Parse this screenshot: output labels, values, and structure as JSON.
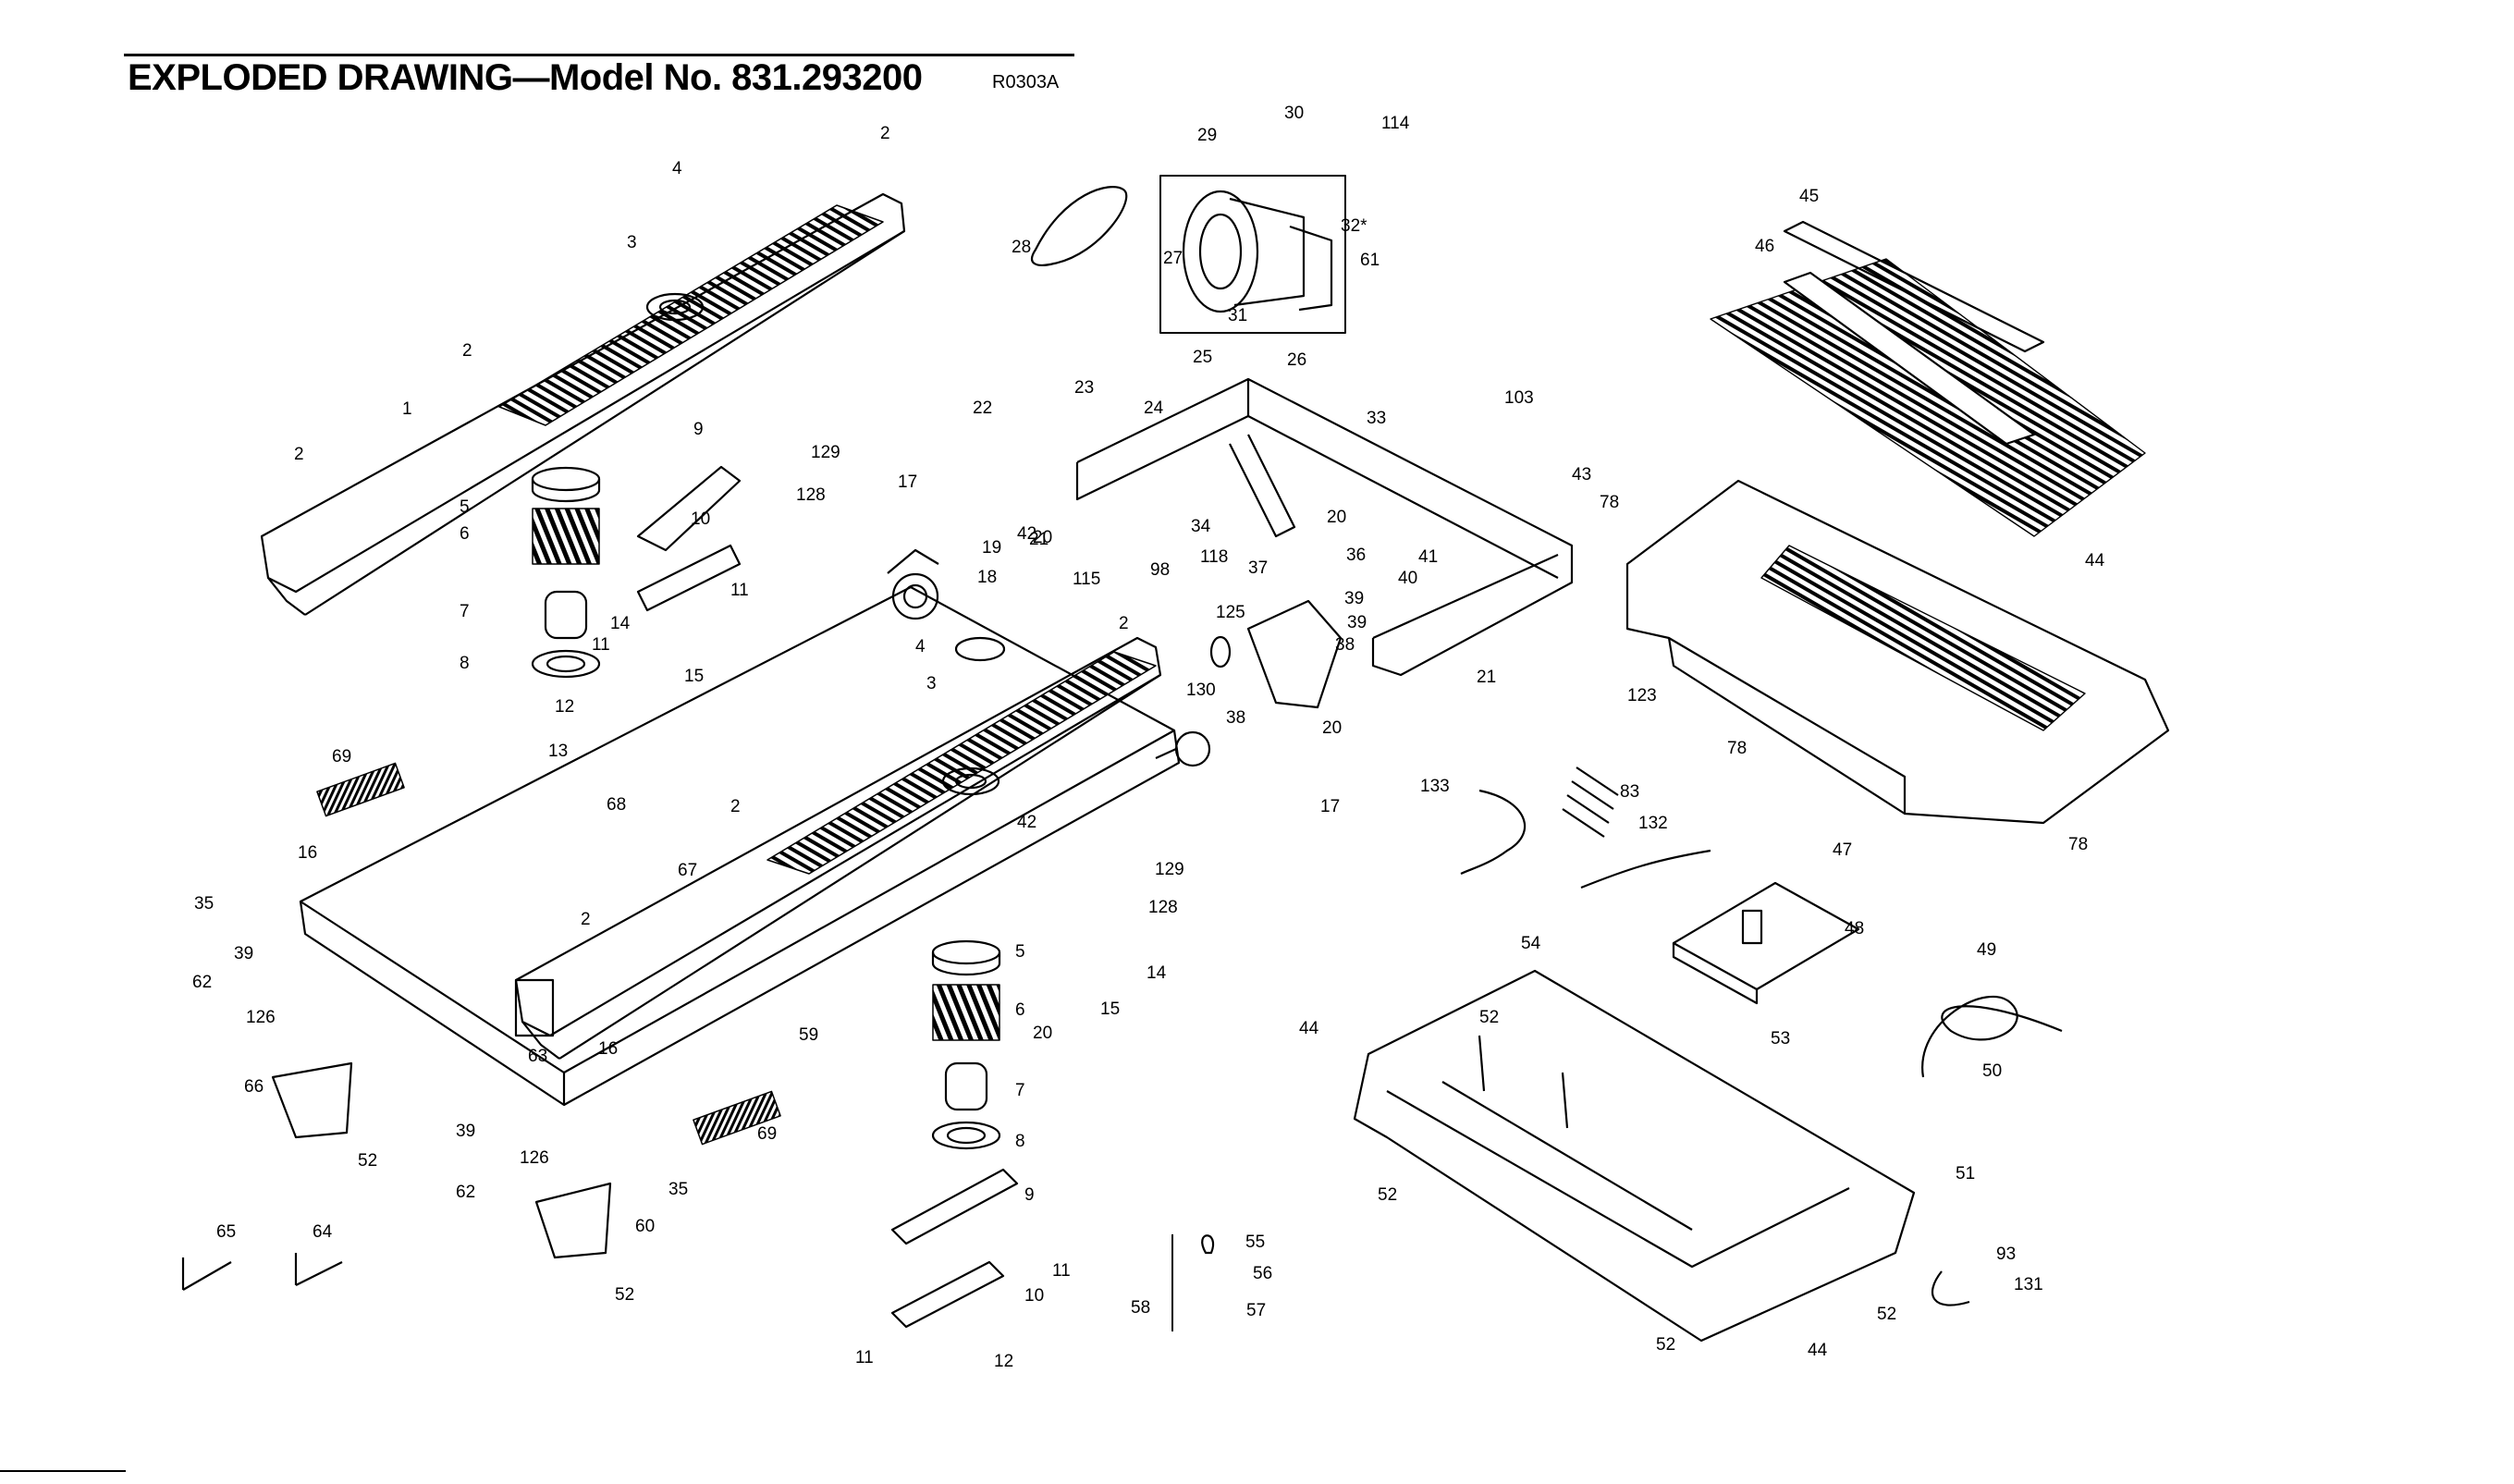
{
  "header": {
    "title": "EXPLODED DRAWING—Model No. 831.293200",
    "code": "R0303A"
  },
  "callouts": [
    {
      "n": "1"
    },
    {
      "n": "2"
    },
    {
      "n": "2"
    },
    {
      "n": "2"
    },
    {
      "n": "2"
    },
    {
      "n": "2"
    },
    {
      "n": "2"
    },
    {
      "n": "3"
    },
    {
      "n": "3"
    },
    {
      "n": "4"
    },
    {
      "n": "4"
    },
    {
      "n": "5"
    },
    {
      "n": "5"
    },
    {
      "n": "6"
    },
    {
      "n": "6"
    },
    {
      "n": "7"
    },
    {
      "n": "7"
    },
    {
      "n": "8"
    },
    {
      "n": "8"
    },
    {
      "n": "9"
    },
    {
      "n": "9"
    },
    {
      "n": "10"
    },
    {
      "n": "10"
    },
    {
      "n": "11"
    },
    {
      "n": "11"
    },
    {
      "n": "11"
    },
    {
      "n": "11"
    },
    {
      "n": "12"
    },
    {
      "n": "12"
    },
    {
      "n": "13"
    },
    {
      "n": "14"
    },
    {
      "n": "14"
    },
    {
      "n": "15"
    },
    {
      "n": "15"
    },
    {
      "n": "16"
    },
    {
      "n": "16"
    },
    {
      "n": "17"
    },
    {
      "n": "17"
    },
    {
      "n": "18"
    },
    {
      "n": "19"
    },
    {
      "n": "20"
    },
    {
      "n": "20"
    },
    {
      "n": "20"
    },
    {
      "n": "20"
    },
    {
      "n": "21"
    },
    {
      "n": "21"
    },
    {
      "n": "22"
    },
    {
      "n": "23"
    },
    {
      "n": "24"
    },
    {
      "n": "25"
    },
    {
      "n": "26"
    },
    {
      "n": "27"
    },
    {
      "n": "28"
    },
    {
      "n": "29"
    },
    {
      "n": "30"
    },
    {
      "n": "31"
    },
    {
      "n": "32*"
    },
    {
      "n": "33"
    },
    {
      "n": "34"
    },
    {
      "n": "35"
    },
    {
      "n": "35"
    },
    {
      "n": "36"
    },
    {
      "n": "37"
    },
    {
      "n": "38"
    },
    {
      "n": "38"
    },
    {
      "n": "39"
    },
    {
      "n": "39"
    },
    {
      "n": "39"
    },
    {
      "n": "39"
    },
    {
      "n": "40"
    },
    {
      "n": "41"
    },
    {
      "n": "42"
    },
    {
      "n": "42"
    },
    {
      "n": "43"
    },
    {
      "n": "44"
    },
    {
      "n": "44"
    },
    {
      "n": "44"
    },
    {
      "n": "45"
    },
    {
      "n": "46"
    },
    {
      "n": "47"
    },
    {
      "n": "48"
    },
    {
      "n": "49"
    },
    {
      "n": "50"
    },
    {
      "n": "51"
    },
    {
      "n": "52"
    },
    {
      "n": "52"
    },
    {
      "n": "52"
    },
    {
      "n": "52"
    },
    {
      "n": "52"
    },
    {
      "n": "52"
    },
    {
      "n": "53"
    },
    {
      "n": "54"
    },
    {
      "n": "55"
    },
    {
      "n": "56"
    },
    {
      "n": "57"
    },
    {
      "n": "58"
    },
    {
      "n": "59"
    },
    {
      "n": "60"
    },
    {
      "n": "61"
    },
    {
      "n": "62"
    },
    {
      "n": "62"
    },
    {
      "n": "63"
    },
    {
      "n": "64"
    },
    {
      "n": "65"
    },
    {
      "n": "66"
    },
    {
      "n": "67"
    },
    {
      "n": "68"
    },
    {
      "n": "69"
    },
    {
      "n": "69"
    },
    {
      "n": "78"
    },
    {
      "n": "78"
    },
    {
      "n": "78"
    },
    {
      "n": "83"
    },
    {
      "n": "93"
    },
    {
      "n": "98"
    },
    {
      "n": "103"
    },
    {
      "n": "114"
    },
    {
      "n": "115"
    },
    {
      "n": "118"
    },
    {
      "n": "123"
    },
    {
      "n": "125"
    },
    {
      "n": "126"
    },
    {
      "n": "126"
    },
    {
      "n": "128"
    },
    {
      "n": "128"
    },
    {
      "n": "129"
    },
    {
      "n": "129"
    },
    {
      "n": "130"
    },
    {
      "n": "131"
    },
    {
      "n": "132"
    },
    {
      "n": "133"
    }
  ]
}
